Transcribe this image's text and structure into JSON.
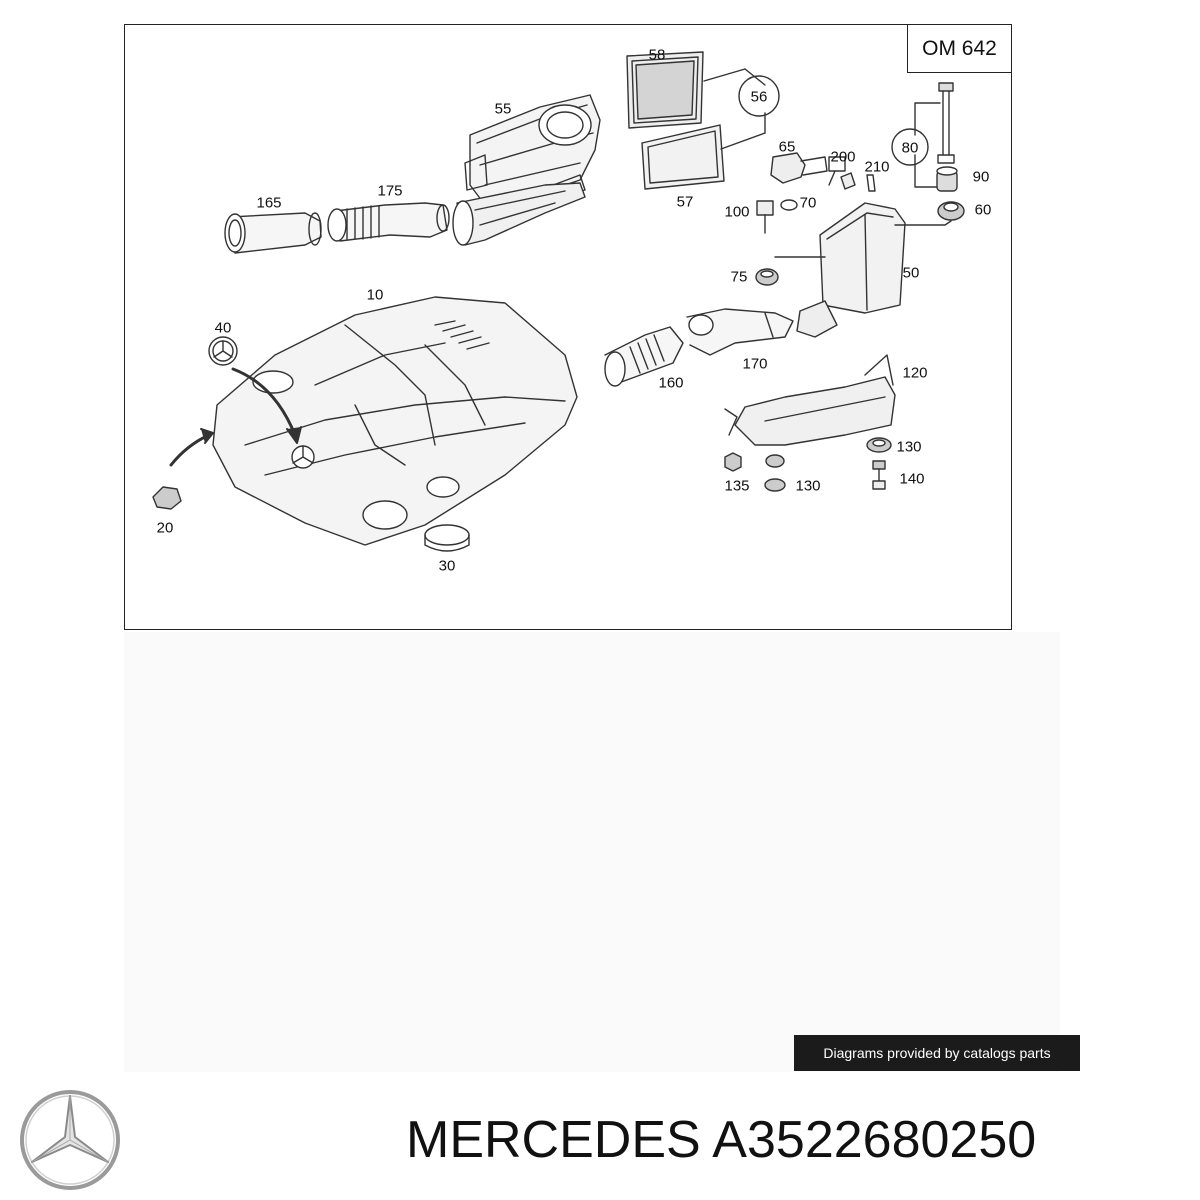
{
  "diagram": {
    "engine_code": "OM 642",
    "parts": [
      {
        "id": "p58",
        "label": "58"
      },
      {
        "id": "p56",
        "label": "56"
      },
      {
        "id": "p55",
        "label": "55"
      },
      {
        "id": "p57",
        "label": "57"
      },
      {
        "id": "p165",
        "label": "165"
      },
      {
        "id": "p175",
        "label": "175"
      },
      {
        "id": "p65",
        "label": "65"
      },
      {
        "id": "p200",
        "label": "200"
      },
      {
        "id": "p210",
        "label": "210"
      },
      {
        "id": "p80",
        "label": "80"
      },
      {
        "id": "p90",
        "label": "90"
      },
      {
        "id": "p100",
        "label": "100"
      },
      {
        "id": "p70",
        "label": "70"
      },
      {
        "id": "p60",
        "label": "60"
      },
      {
        "id": "p75",
        "label": "75"
      },
      {
        "id": "p50",
        "label": "50"
      },
      {
        "id": "p10",
        "label": "10"
      },
      {
        "id": "p40",
        "label": "40"
      },
      {
        "id": "p160",
        "label": "160"
      },
      {
        "id": "p170",
        "label": "170"
      },
      {
        "id": "p120",
        "label": "120"
      },
      {
        "id": "p130a",
        "label": "130"
      },
      {
        "id": "p135",
        "label": "135"
      },
      {
        "id": "p130b",
        "label": "130"
      },
      {
        "id": "p140",
        "label": "140"
      },
      {
        "id": "p20",
        "label": "20"
      },
      {
        "id": "p30",
        "label": "30"
      }
    ]
  },
  "credit": "Diagrams provided by catalogs parts",
  "product": {
    "brand": "MERCEDES",
    "part_number": "A3522680250",
    "logo_icon": "three-pointed-star-icon"
  }
}
